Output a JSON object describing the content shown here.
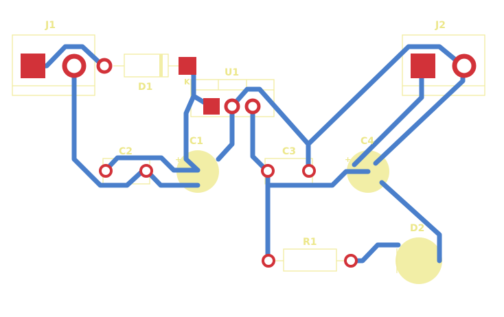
{
  "colors": {
    "background": "#ffffff",
    "copper_trace": "#4a7fcb",
    "pad": "#d23239",
    "silkscreen": "#f0ec9e"
  },
  "components": {
    "J1": {
      "ref": "J1"
    },
    "J2": {
      "ref": "J2"
    },
    "D1": {
      "ref": "D1",
      "pin_label": "K"
    },
    "U1": {
      "ref": "U1"
    },
    "C1": {
      "ref": "C1",
      "polarity": "+"
    },
    "C2": {
      "ref": "C2"
    },
    "C3": {
      "ref": "C3"
    },
    "C4": {
      "ref": "C4",
      "polarity": "+"
    },
    "R1": {
      "ref": "R1"
    },
    "D2": {
      "ref": "D2"
    }
  }
}
